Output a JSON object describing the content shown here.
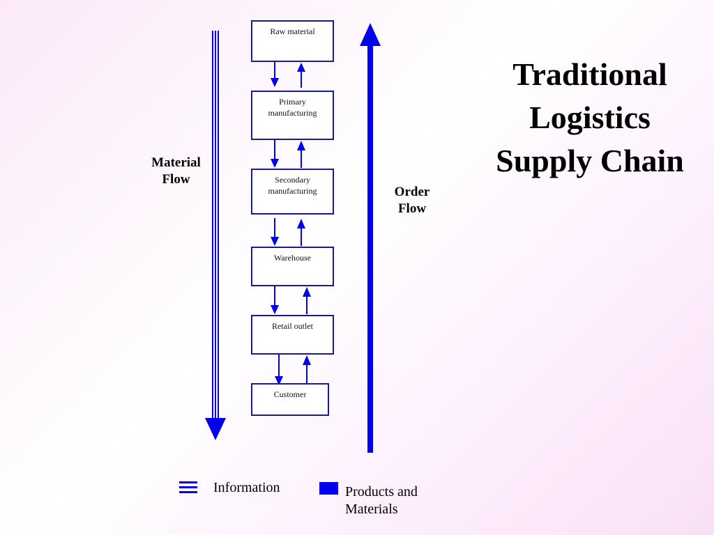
{
  "title": "Traditional Logistics Supply Chain",
  "material_flow_label": "Material Flow",
  "order_flow_label": "Order Flow",
  "nodes": [
    "Raw material",
    "Primary manufacturing",
    "Secondary manufacturing",
    "Warehouse",
    "Retail outlet",
    "Customer"
  ],
  "legend": {
    "information": "Information",
    "products": "Products and Materials"
  },
  "colors": {
    "arrow": "#0000ee",
    "box_border": "#1a1a8c"
  }
}
